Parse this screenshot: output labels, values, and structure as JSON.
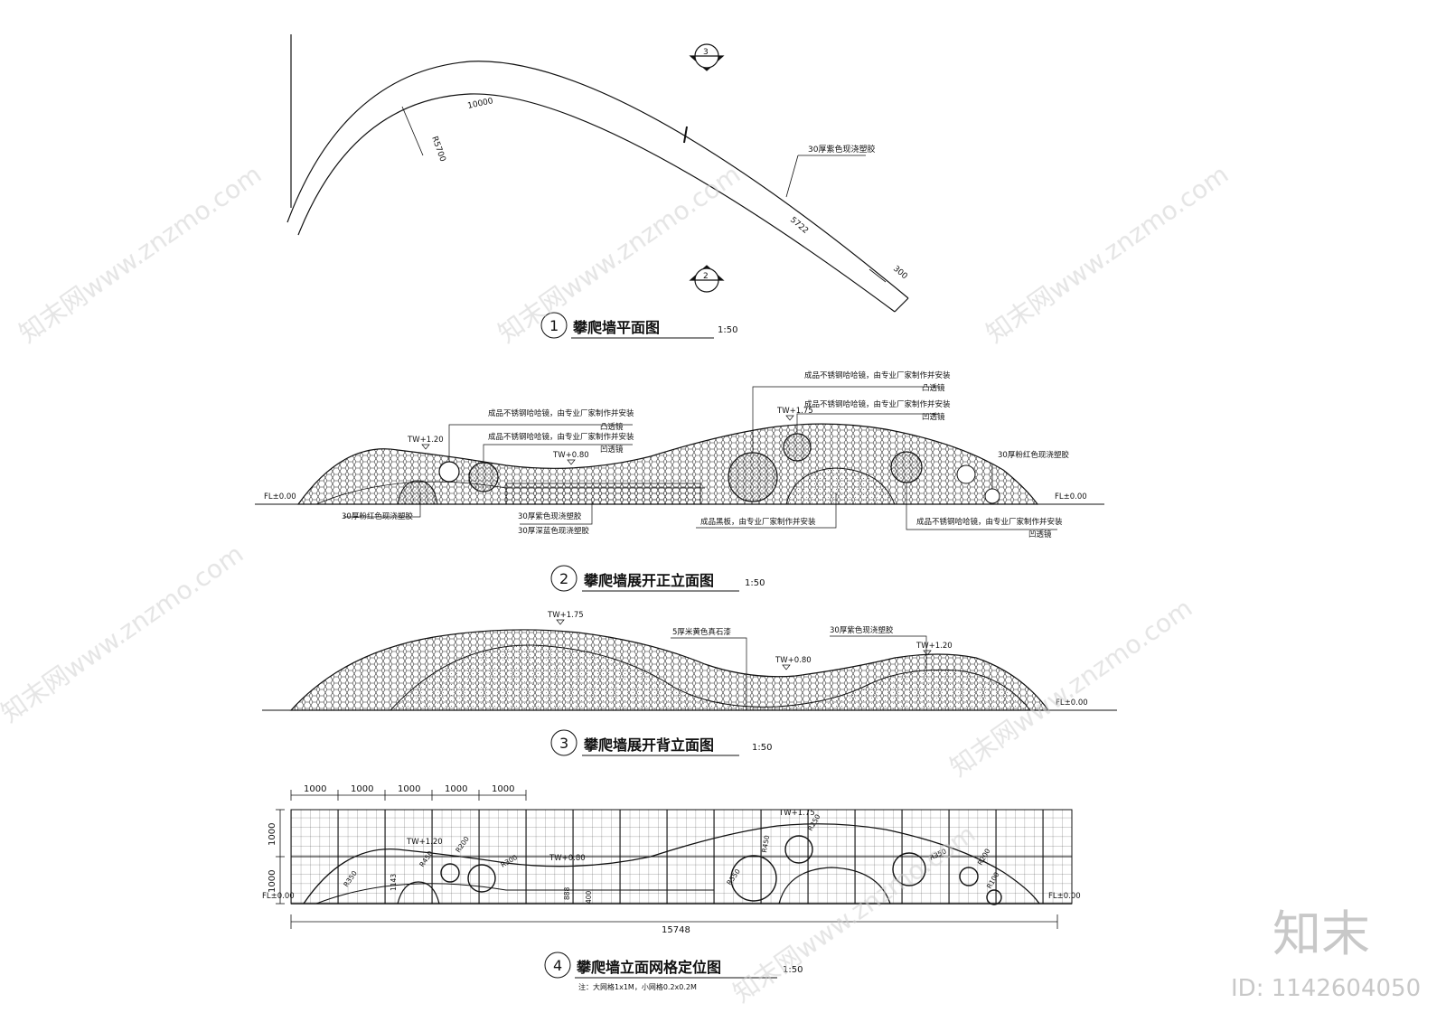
{
  "plan": {
    "num": "1",
    "title": "攀爬墙平面图",
    "scale": "1:50",
    "dim_length": "10000",
    "dim_radius": "R5700",
    "dim_straight": "5722",
    "dim_width": "300",
    "material": "30厚紫色现浇塑胶",
    "section_marks": [
      "3",
      "2"
    ]
  },
  "front": {
    "num": "2",
    "title": "攀爬墙展开正立面图",
    "scale": "1:50",
    "fl": "FL±0.00",
    "fl_right": "FL±0.00",
    "levels": [
      "TW+1.20",
      "TW+0.80",
      "TW+1.75"
    ],
    "notes": {
      "mirror_a1": "成品不锈钢哈哈镜，由专业厂家制作并安装",
      "mirror_a2": "凸透镜",
      "mirror_b1": "成品不锈钢哈哈镜，由专业厂家制作并安装",
      "mirror_b2": "凹透镜",
      "mirror_c1": "成品不锈钢哈哈镜，由专业厂家制作并安装",
      "mirror_c2": "凸透镜",
      "mirror_d1": "成品不锈钢哈哈镜，由专业厂家制作并安装",
      "mirror_d2": "凹透镜",
      "mirror_e1": "成品不锈钢哈哈镜，由专业厂家制作并安装",
      "mirror_e2": "凹透镜",
      "pink_left": "30厚粉红色现浇塑胶",
      "pink_right": "30厚粉红色现浇塑胶",
      "purple": "30厚紫色现浇塑胶",
      "blue": "30厚深蓝色现浇塑胶",
      "blackboard": "成品黑板，由专业厂家制作并安装"
    }
  },
  "back": {
    "num": "3",
    "title": "攀爬墙展开背立面图",
    "scale": "1:50",
    "levels": [
      "TW+1.75",
      "TW+0.80",
      "TW+1.20"
    ],
    "fl": "FL±0.00",
    "note_stone": "5厚米黄色真石漆",
    "note_purple": "30厚紫色现浇塑胶"
  },
  "grid": {
    "num": "4",
    "title": "攀爬墙立面网格定位图",
    "scale": "1:50",
    "top_dims": [
      "1000",
      "1000",
      "1000",
      "1000",
      "1000"
    ],
    "side_dims": [
      "1000",
      "1000"
    ],
    "total": "15748",
    "fl_left": "FL±0.00",
    "fl_right": "FL±0.00",
    "levels": [
      "TW+1.20",
      "TW+0.80",
      "TW+1.75"
    ],
    "radii": [
      "R350",
      "R450",
      "R200",
      "R300",
      "R550",
      "R450",
      "R250",
      "R350",
      "R200",
      "R100"
    ],
    "small_dims": [
      "1143",
      "888",
      "400"
    ],
    "note": "注：大网格1x1M，小网格0.2x0.2M"
  },
  "watermark": {
    "site": "知末网www.znzmo.com",
    "brand": "知末",
    "id": "ID: 1142604050"
  }
}
